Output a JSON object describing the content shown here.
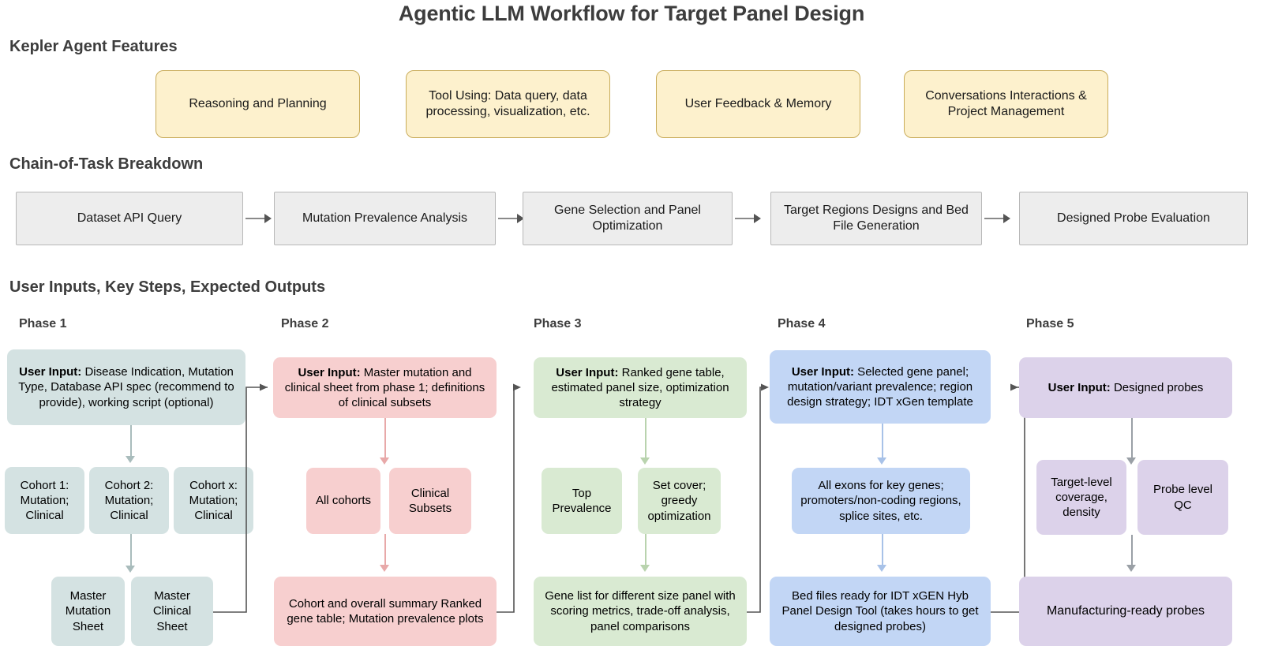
{
  "title": "Agentic LLM Workflow for Target Panel Design",
  "sections": {
    "features_title": "Kepler Agent Features",
    "chain_title": "Chain-of-Task Breakdown",
    "phases_title": "User Inputs, Key Steps, Expected Outputs"
  },
  "colors": {
    "feature_fill": "#fdf1cd",
    "feature_border": "#c9ac5a",
    "chain_fill": "#ededed",
    "chain_border": "#b8b8b8",
    "phase1": "#d4e2e2",
    "phase2": "#f7cfcf",
    "phase3": "#d9ead2",
    "phase4": "#c2d6f5",
    "phase5": "#dcd2ea",
    "title_text": "#3d3d3d",
    "connector": "#9aa0a6"
  },
  "features": [
    {
      "label": "Reasoning and Planning"
    },
    {
      "label": "Tool Using: Data query, data processing, visualization, etc."
    },
    {
      "label": "User Feedback & Memory"
    },
    {
      "label": "Conversations Interactions & Project Management"
    }
  ],
  "chain_steps": [
    {
      "label": "Dataset API Query"
    },
    {
      "label": "Mutation Prevalence Analysis"
    },
    {
      "label": "Gene Selection and Panel Optimization"
    },
    {
      "label": "Target Regions Designs and Bed File Generation"
    },
    {
      "label": "Designed Probe Evaluation"
    }
  ],
  "phases": [
    {
      "name": "Phase 1",
      "input_bold": "User Input:",
      "input_text": " Disease Indication, Mutation Type, Database API spec (recommend to provide), working script (optional)",
      "steps": [
        {
          "label": "Cohort 1: Mutation; Clinical"
        },
        {
          "label": "Cohort 2: Mutation; Clinical"
        },
        {
          "label": "Cohort x: Mutation; Clinical"
        }
      ],
      "outputs": [
        {
          "label": "Master Mutation Sheet"
        },
        {
          "label": "Master Clinical Sheet"
        }
      ]
    },
    {
      "name": "Phase 2",
      "input_bold": "User Input:",
      "input_text": " Master mutation and clinical sheet from phase 1; definitions of clinical subsets",
      "steps": [
        {
          "label": "All cohorts"
        },
        {
          "label": "Clinical Subsets"
        }
      ],
      "outputs": [
        {
          "label": "Cohort and overall summary Ranked gene table; Mutation prevalence plots"
        }
      ]
    },
    {
      "name": "Phase 3",
      "input_bold": "User Input:",
      "input_text": " Ranked gene table, estimated panel size, optimization strategy",
      "steps": [
        {
          "label": "Top Prevalence"
        },
        {
          "label": "Set cover; greedy optimization"
        }
      ],
      "outputs": [
        {
          "label": "Gene list for different size panel with scoring metrics, trade-off analysis, panel comparisons"
        }
      ]
    },
    {
      "name": "Phase 4",
      "input_bold": "User Input:",
      "input_text": " Selected gene panel; mutation/variant prevalence; region design strategy; IDT xGen template",
      "steps": [
        {
          "label": "All exons for key genes; promoters/non-coding regions, splice sites, etc."
        }
      ],
      "outputs": [
        {
          "label": "Bed files ready for IDT xGEN Hyb Panel Design Tool (takes hours to get designed probes)"
        }
      ]
    },
    {
      "name": "Phase 5",
      "input_bold": "User Input:",
      "input_text": " Designed probes",
      "steps": [
        {
          "label": "Target-level coverage, density"
        },
        {
          "label": "Probe level QC"
        }
      ],
      "outputs": [
        {
          "label": "Manufacturing-ready probes"
        }
      ]
    }
  ]
}
